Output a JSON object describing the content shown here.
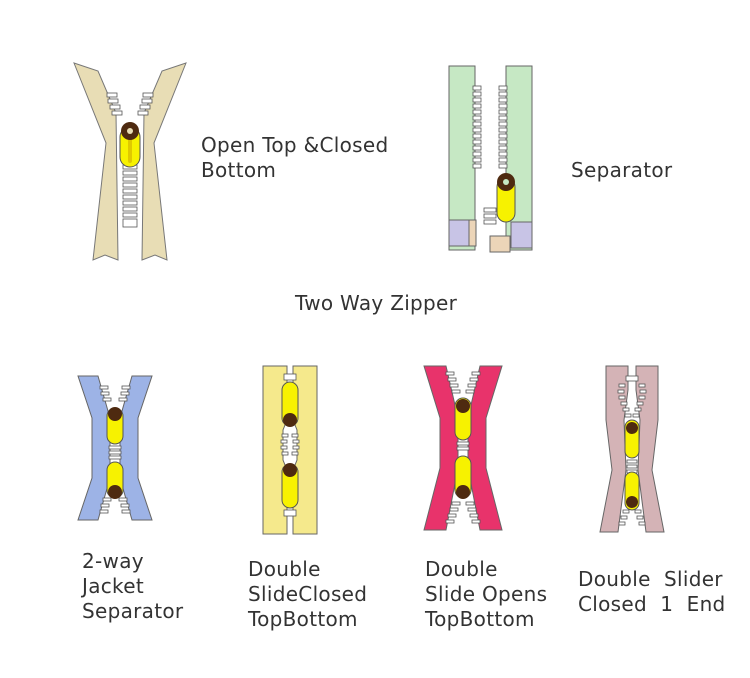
{
  "colors": {
    "tape_beige": "#e8ddb5",
    "tape_green": "#c6e8c4",
    "tape_blue": "#9db3e6",
    "tape_yellow": "#f5e98c",
    "tape_pink": "#e8336b",
    "tape_mauve": "#d4b3b6",
    "pin_box_purple": "#c8c4e6",
    "pin_box_tan": "#ecd5b8",
    "slider_yellow": "#f7f200",
    "puller_brown": "#4e2a10",
    "outline": "#666666"
  },
  "labels": {
    "open_top_closed_bottom": "Open Top &Closed\nBottom",
    "separator": "Separator",
    "section_title": "Two Way Zipper",
    "two_way_jacket_separator": "2-way\nJacket\nSeparator",
    "double_slide_closed": "Double\nSlideClosed\nTopBottom",
    "double_slide_opens": "Double\nSlide Opens\nTopBottom",
    "double_slider_closed_end": "Double  Slider\nClosed  1  End"
  }
}
